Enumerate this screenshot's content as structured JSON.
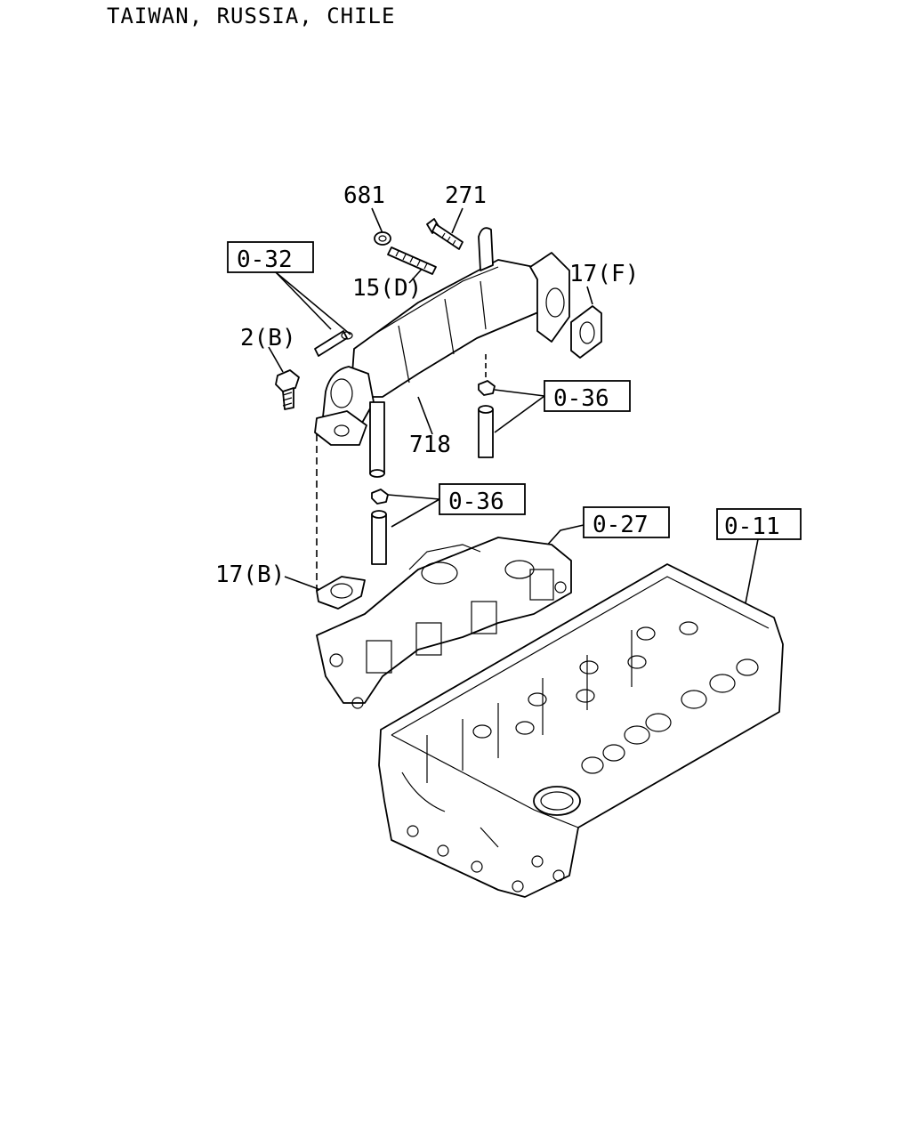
{
  "header": {
    "region_text": "TAIWAN, RUSSIA, CHILE"
  },
  "part_labels": {
    "p681": "681",
    "p271": "271",
    "p15d": "15(D)",
    "p17f": "17(F)",
    "p2b": "2(B)",
    "p718": "718",
    "p17b": "17(B)"
  },
  "ref_boxes": {
    "r032": "0-32",
    "r036a": "0-36",
    "r036b": "0-36",
    "r027": "0-27",
    "r011": "0-11"
  }
}
